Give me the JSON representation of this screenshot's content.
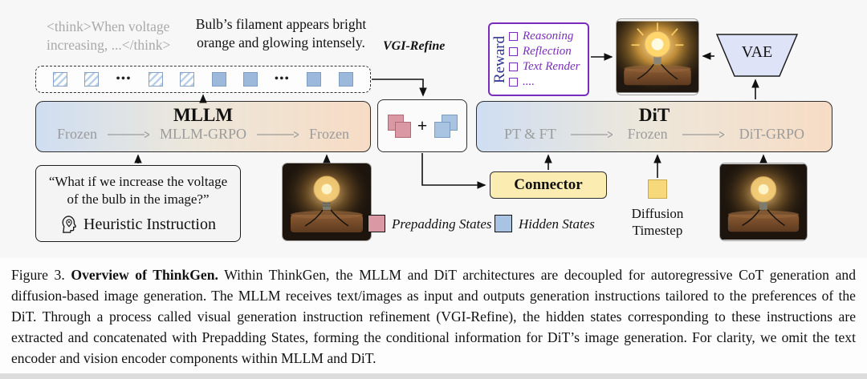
{
  "figure": {
    "think_text": "<think>When voltage\nincreasing, ...</think>",
    "observation_text": "Bulb’s filament appears bright orange and glowing intensely.",
    "tokens": [
      "hatch",
      "hatch",
      "dots",
      "hatch",
      "hatch",
      "solid",
      "solid",
      "dots",
      "solid",
      "solid"
    ],
    "dots_glyph": "•••",
    "vgi_label": "VGI-Refine",
    "plus": "+",
    "mllm": {
      "title": "MLLM",
      "left": "Frozen",
      "mid": "MLLM-GRPO",
      "right": "Frozen"
    },
    "dit": {
      "title": "DiT",
      "left": "PT & FT",
      "mid": "Frozen",
      "right": "DiT-GRPO"
    },
    "instruction": {
      "quote": "“What if we increase the voltage of the bulb in the image?”",
      "label": "Heuristic Instruction"
    },
    "connector_label": "Connector",
    "reward": {
      "title": "Reward",
      "items": [
        "Reasoning",
        "Reflection",
        "Text Render",
        "...."
      ]
    },
    "vae_label": "VAE",
    "diffusion_label": "Diffusion\nTimestep",
    "legend": {
      "prepadding": "Prepadding States",
      "hidden": "Hidden States"
    }
  },
  "caption": {
    "prefix": "Figure 3.",
    "bold": "Overview of ThinkGen.",
    "body": "Within ThinkGen, the MLLM and DiT architectures are decoupled for autoregressive CoT generation and diffusion-based image generation. The MLLM receives text/images as input and outputs generation instructions tailored to the preferences of the DiT. Through a process called visual generation instruction refinement (VGI-Refine), the hidden states corresponding to these instructions are extracted and concatenated with Prepadding States, forming the conditional information for DiT’s image generation. For clarity, we omit the text encoder and vision encoder components within MLLM and DiT."
  },
  "colors": {
    "purple": "#7a2dbb",
    "pink": "#d998a3",
    "blue": "#a9c4e2",
    "yellow": "#fbecb2",
    "gradient_left": "#cfdef2",
    "gradient_right": "#f7dcc5"
  }
}
